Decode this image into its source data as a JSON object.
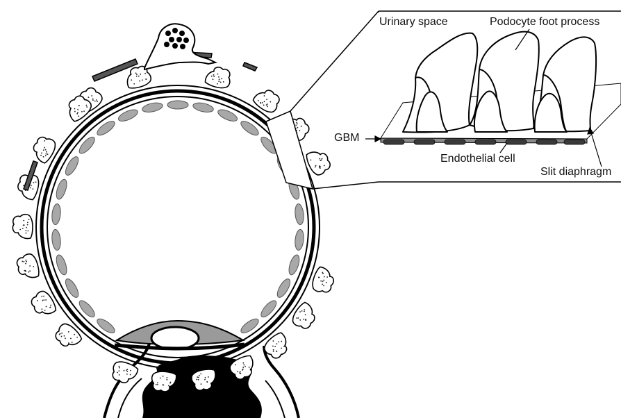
{
  "labels": {
    "urinary_space": "Urinary space",
    "podocyte_foot_process": "Podocyte foot process",
    "gbm": "GBM",
    "endothelial_cell": "Endothelial cell",
    "slit_diaphragm": "Slit diaphragm"
  },
  "colors": {
    "line": "#000000",
    "nucleus_fill": "#a8a8a8",
    "nucleus_stroke": "#555555",
    "podocyte_fill": "#ffffff",
    "gbm_band": "#8a8a8a",
    "endothelial_pad": "#3a3a3a",
    "granule": "#222222"
  }
}
